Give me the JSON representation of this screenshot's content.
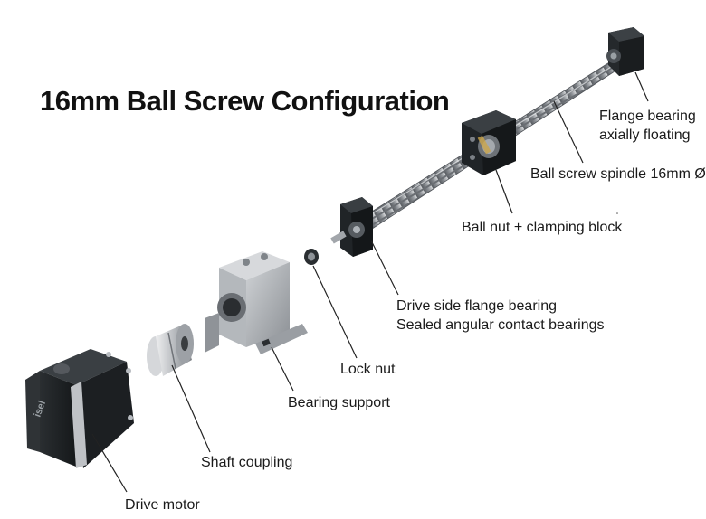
{
  "title": "16mm Ball Screw Configuration",
  "labels": {
    "flange_bearing_line1": "Flange bearing",
    "flange_bearing_line2": "axially floating",
    "ball_screw_spindle": "Ball screw spindle 16mm Ø",
    "ball_nut": "Ball nut + clamping block",
    "drive_side_line1": "Drive side flange bearing",
    "drive_side_line2": "Sealed angular contact bearings",
    "lock_nut": "Lock nut",
    "bearing_support": "Bearing support",
    "shaft_coupling": "Shaft coupling",
    "drive_motor": "Drive motor"
  },
  "motor_logo": "isel",
  "colors": {
    "background": "#ffffff",
    "steel": "#a9adb2",
    "dark_metal": "#1f2326",
    "label_text": "#1a1a1a"
  }
}
